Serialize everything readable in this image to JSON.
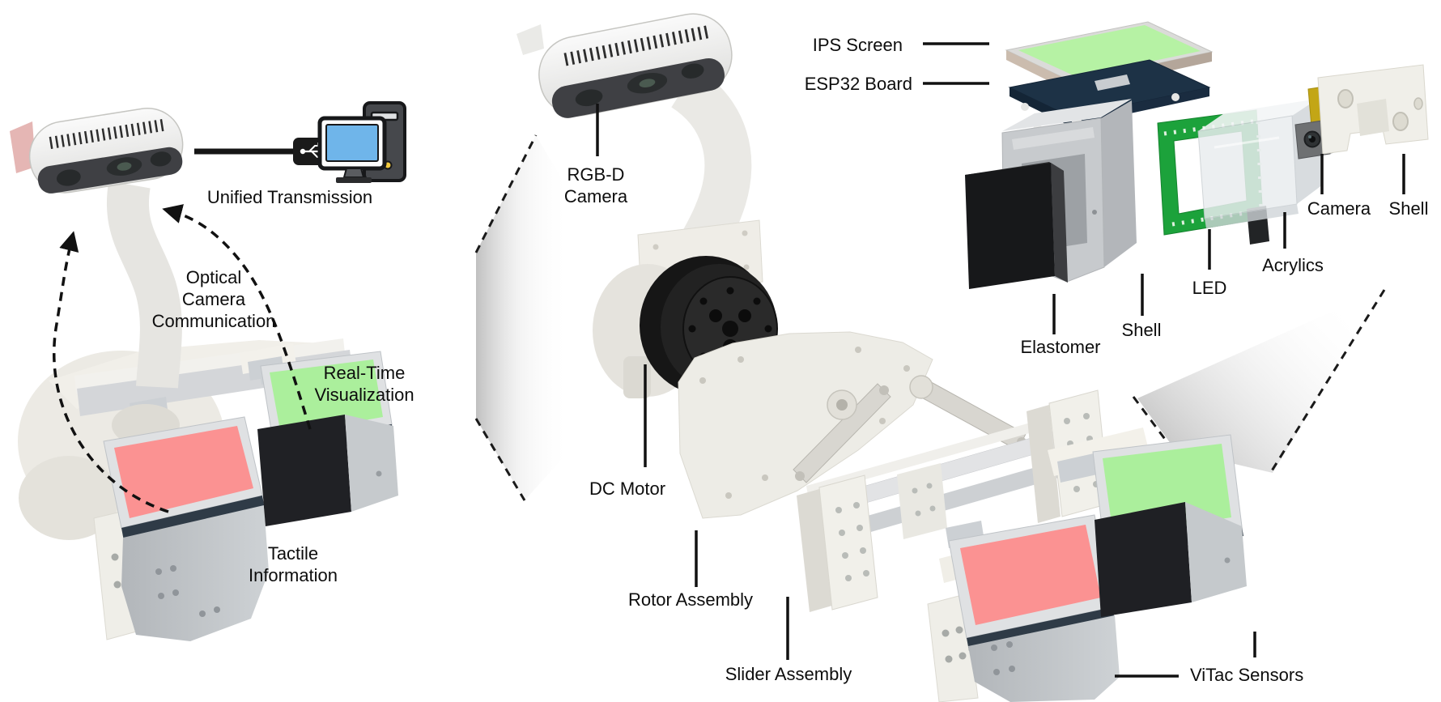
{
  "figure": {
    "left_panel": {
      "labels": {
        "unified_transmission": "Unified Transmission",
        "optical_camera_communication": "Optical\nCamera\nCommunication",
        "real_time_visualization": "Real-Time\nVisualization",
        "tactile_information": "Tactile\nInformation"
      },
      "icons": {
        "usb_plug": "usb-plug-icon",
        "computer": "desktop-computer-icon"
      }
    },
    "middle_panel": {
      "labels": {
        "rgbd_camera": "RGB-D\nCamera",
        "dc_motor": "DC Motor",
        "rotor_assembly": "Rotor Assembly",
        "slider_assembly": "Slider Assembly",
        "vitac_sensors": "ViTac Sensors"
      }
    },
    "right_panel": {
      "labels": {
        "ips_screen": "IPS Screen",
        "esp32_board": "ESP32 Board",
        "elastomer": "Elastomer",
        "shell_inner": "Shell",
        "led": "LED",
        "acrylics": "Acrylics",
        "camera": "Camera",
        "shell_outer": "Shell"
      }
    },
    "colors": {
      "sensor_pad_green": "#abef9c",
      "sensor_pad_red": "#fb9292",
      "ips_screen_green": "#b6f2a4",
      "esp32_board_navy": "#1d3246",
      "led_pcb_green": "#1ca23b",
      "monitor_screen_blue": "#6fb5ea",
      "camera_flex_yellow": "#c3a616",
      "elastomer_black": "#17181a"
    }
  }
}
